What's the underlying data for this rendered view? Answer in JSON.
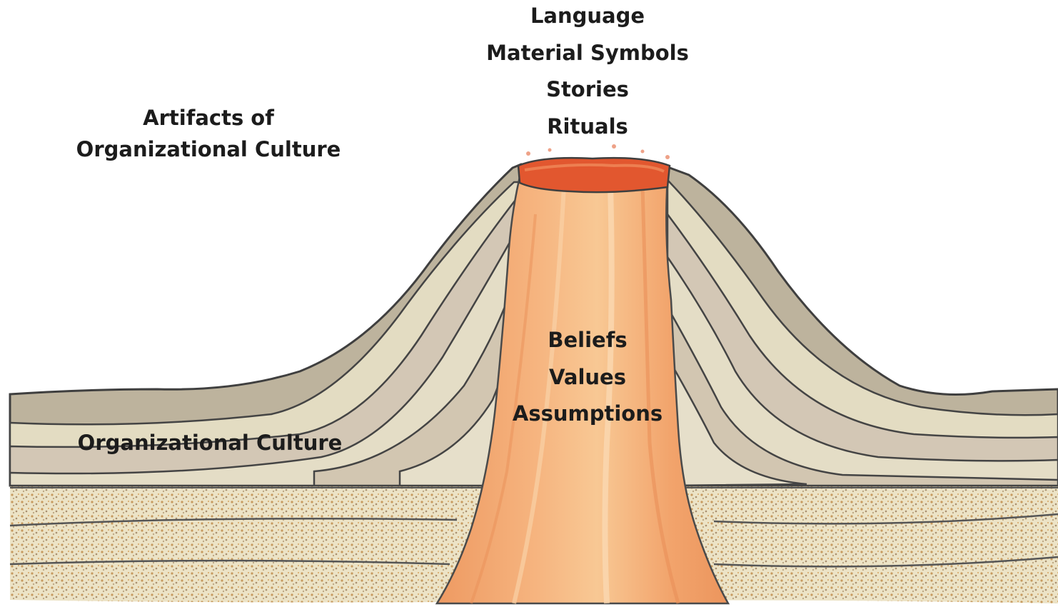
{
  "artifacts_heading": {
    "line1": "Artifacts of",
    "line2": "Organizational Culture"
  },
  "artifact_items": [
    "Language",
    "Material Symbols",
    "Stories",
    "Rituals"
  ],
  "culture_label": "Organizational Culture",
  "core_items": [
    "Beliefs",
    "Values",
    "Assumptions"
  ],
  "colors": {
    "magma": "#f0a06a",
    "magma_light": "#f7c08e",
    "crater": "#e0542e",
    "ash": "#b9b09c",
    "strata_light": "#e6dfc6",
    "strata_mid": "#d3c6b4",
    "gravel": "#c9a06a",
    "outline": "#4d4d4d"
  },
  "icons": [
    "volcano-illustration"
  ]
}
